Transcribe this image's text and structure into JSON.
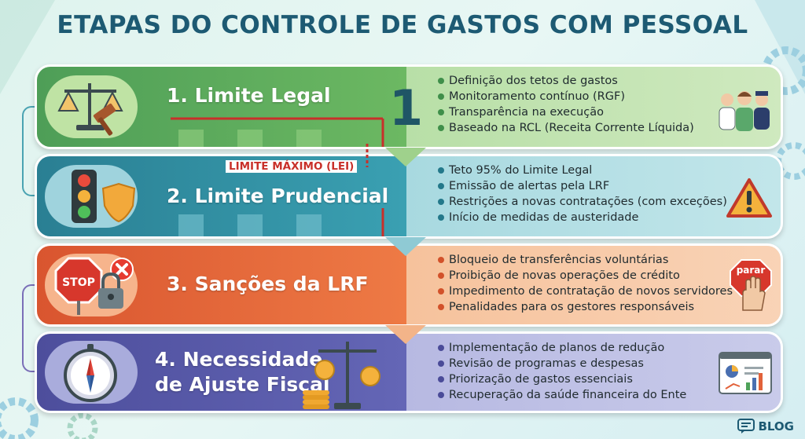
{
  "title": "ETAPAS DO CONTROLE DE GASTOS COM PESSOAL",
  "limit_tag": "LIMITE MÁXIMO (LEI)",
  "big_number": "1",
  "stages": [
    {
      "label": "1. Limite Legal",
      "bullets": [
        "Definição dos tetos de gastos",
        "Monitoramento contínuo (RGF)",
        "Transparência na execução",
        "Baseado na RCL (Receita Corrente Líquida)"
      ],
      "left_icon": "scales-gavel-icon",
      "right_icon": "public-servants-icon"
    },
    {
      "label": "2. Limite Prudencial",
      "bullets": [
        "Teto 95% do Limite Legal",
        "Emissão de alertas pela LRF",
        "Restrições a novas contratações (com exceções)",
        "Início de medidas de austeridade"
      ],
      "left_icon": "traffic-light-shield-icon",
      "right_icon": "warning-icon"
    },
    {
      "label": "3. Sanções da LRF",
      "bullets": [
        "Bloqueio de transferências voluntárias",
        "Proibição de novas operações de crédito",
        "Impedimento de contratação de novos servidores",
        "Penalidades para os gestores responsáveis"
      ],
      "left_icon": "stop-sign-lock-icon",
      "right_icon": "stop-hand-icon",
      "stop_text": "STOP",
      "parar_text": "parar"
    },
    {
      "label_line1": "4. Necessidade",
      "label_line2": "de Ajuste Fiscal",
      "bullets": [
        "Implementação de planos de redução",
        "Revisão de programas e despesas",
        "Priorização de gastos essenciais",
        "Recuperação da saúde financeira do Ente"
      ],
      "left_icon": "compass-icon",
      "right_icon": "dashboard-chart-icon"
    }
  ],
  "blog_label": "BLOG",
  "colors": {
    "stage1": "#5fae5c",
    "stage2": "#2f8ea0",
    "stage3": "#e2623a",
    "stage4": "#5a5aa8",
    "limit_red": "#c8302a",
    "title": "#1d5a73"
  }
}
